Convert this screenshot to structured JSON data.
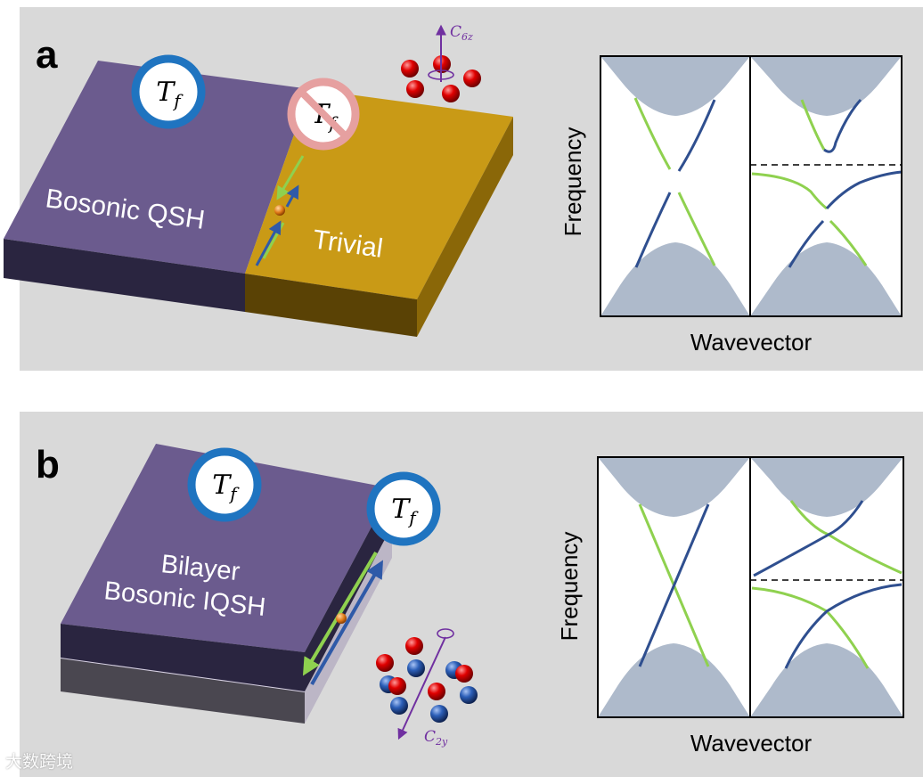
{
  "panel_a": {
    "label": "a",
    "region_left": "Bosonic QSH",
    "region_right": "Trivial",
    "symbol_tf_main": "T",
    "symbol_tf_sub": "f",
    "rotation_main": "C",
    "rotation_sub": "6z",
    "plot_ylabel": "Frequency",
    "plot_xlabel": "Wavevector"
  },
  "panel_b": {
    "label": "b",
    "region_line1": "Bilayer",
    "region_line2": "Bosonic IQSH",
    "symbol_tf_main": "T",
    "symbol_tf_sub": "f",
    "rotation_main": "C",
    "rotation_sub": "2y",
    "plot_ylabel": "Frequency",
    "plot_xlabel": "Wavevector"
  },
  "watermark": "大数跨境",
  "colors": {
    "background": "#d9d9d9",
    "qsh_top": "#6b5b8e",
    "qsh_side": "#2a2540",
    "trivial_top": "#c99a16",
    "trivial_side": "#5a4205",
    "tf_ring": "#1f74c0",
    "tf_broken_ring": "#e6a0a0",
    "band_fill": "#aebacb",
    "edge_green": "#8fd14f",
    "edge_blue": "#2f4f8f",
    "rotation_arrow": "#7030a0",
    "red_atom": "#d00000",
    "blue_atom": "#2050a0"
  }
}
